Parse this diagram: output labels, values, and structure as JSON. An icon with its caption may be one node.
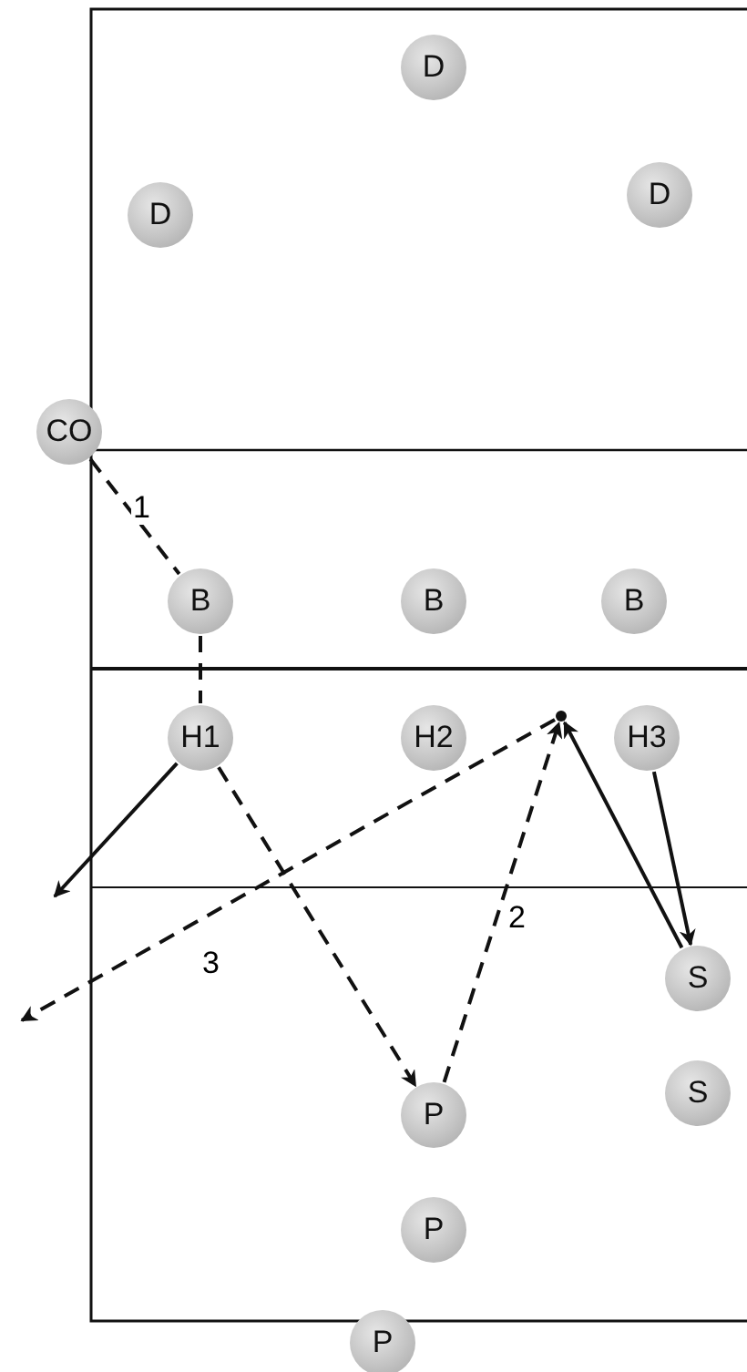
{
  "diagram": {
    "nodes": [
      {
        "text": [
          "D"
        ]
      },
      {
        "text": [
          "D"
        ]
      },
      {
        "text": [
          "D"
        ]
      },
      {
        "text": [
          "CO"
        ]
      },
      {
        "text": [
          "B"
        ]
      },
      {
        "text": [
          "B"
        ]
      },
      {
        "text": [
          "B"
        ]
      },
      {
        "text": [
          "H1"
        ]
      },
      {
        "text": [
          "H2"
        ]
      },
      {
        "text": [
          "H3"
        ]
      },
      {
        "text": [
          "S"
        ]
      },
      {
        "text": [
          "S"
        ]
      },
      {
        "text": [
          "P"
        ]
      },
      {
        "text": [
          "P"
        ]
      },
      {
        "text": [
          "P"
        ]
      },
      {
        "text": [],
        "shape": "point"
      }
    ],
    "edges": [
      {
        "from": 3,
        "to": 4,
        "arrow": "none",
        "style": "dashed",
        "label": "1"
      },
      {
        "from": 4,
        "to": 7,
        "arrow": "none",
        "style": "dashed"
      },
      {
        "from": 7,
        "to": 12,
        "arrow": "to",
        "style": "dashed"
      },
      {
        "from": 12,
        "to": 15,
        "arrow": "to",
        "style": "dashed",
        "label": "2"
      },
      {
        "from": 15,
        "to": null,
        "arrow": "to",
        "style": "dashed",
        "label": "3"
      },
      {
        "from": 7,
        "to": null,
        "arrow": "to"
      },
      {
        "from": 10,
        "to": 15,
        "arrow": "to"
      },
      {
        "from": 9,
        "to": 10,
        "arrow": "to"
      }
    ]
  }
}
